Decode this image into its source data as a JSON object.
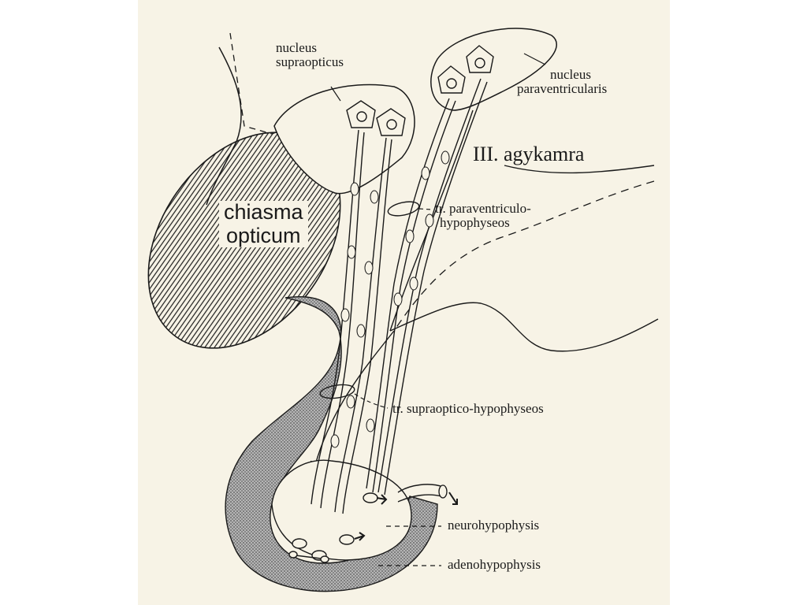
{
  "labels": {
    "nucleus_supraopticus": [
      "nucleus",
      "supraopticus"
    ],
    "nucleus_paraventricularis": [
      "nucleus",
      "paraventricularis"
    ],
    "third_ventricle": "III. agykamra",
    "chiasma_opticum": [
      "chiasma",
      "opticum"
    ],
    "tr_paraventriculo": [
      "tr. paraventriculo-",
      "hypophyseos"
    ],
    "tr_supraoptico": "tr. supraoptico-hypophyseos",
    "neurohypophysis": "neurohypophysis",
    "adenohypophysis": "adenohypophysis"
  },
  "colors": {
    "paper": "#f7f3e6",
    "ink": "#1a1a1a",
    "stipple": "#8a8a8a"
  }
}
